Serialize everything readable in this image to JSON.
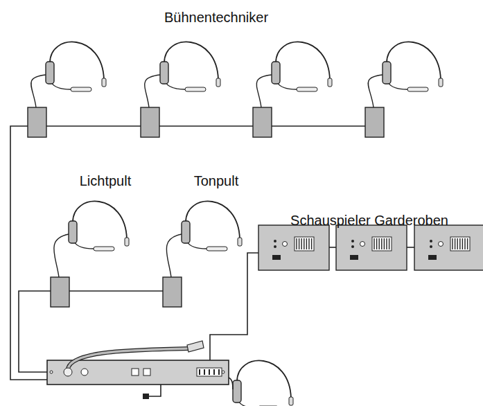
{
  "diagram": {
    "labels": [
      "Bühnentechniker",
      "Lichtpult",
      "Tonpult",
      "Schauspieler Garderoben"
    ]
  }
}
